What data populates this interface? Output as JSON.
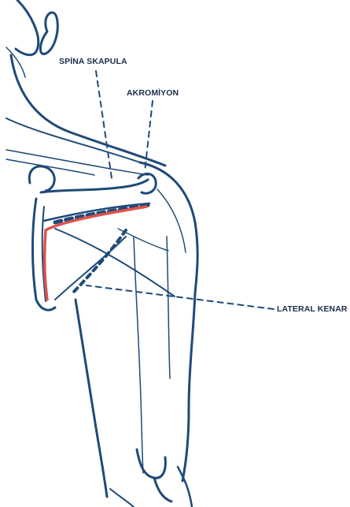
{
  "labels": {
    "spina_skapula": "SPİNA SKAPULA",
    "akromiyon": "AKROMİYON",
    "lateral_kenar": "LATERAL KENAR"
  },
  "colors": {
    "ink": "#1f4a78",
    "highlight": "#e0524a",
    "label": "#1a2d4a",
    "background": "#ffffff"
  }
}
